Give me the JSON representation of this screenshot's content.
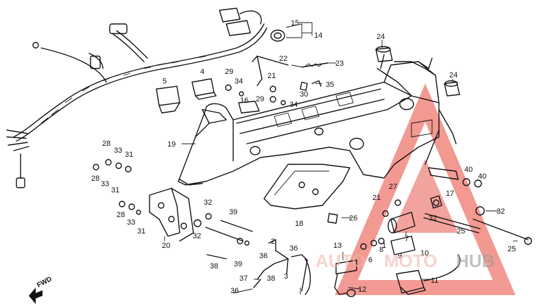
{
  "diagram": {
    "callouts": [
      {
        "id": "c14",
        "text": "14"
      },
      {
        "id": "c15",
        "text": "15"
      },
      {
        "id": "c22",
        "text": "22"
      },
      {
        "id": "c23",
        "text": "23"
      },
      {
        "id": "c24a",
        "text": "24"
      },
      {
        "id": "c24b",
        "text": "24"
      },
      {
        "id": "c4",
        "text": "4"
      },
      {
        "id": "c5",
        "text": "5"
      },
      {
        "id": "c29a",
        "text": "29"
      },
      {
        "id": "c34a",
        "text": "34"
      },
      {
        "id": "c21a",
        "text": "21"
      },
      {
        "id": "c30",
        "text": "30"
      },
      {
        "id": "c35",
        "text": "35"
      },
      {
        "id": "c29b",
        "text": "29"
      },
      {
        "id": "c34b",
        "text": "34"
      },
      {
        "id": "c16",
        "text": "16"
      },
      {
        "id": "c19",
        "text": "19"
      },
      {
        "id": "c28a",
        "text": "28"
      },
      {
        "id": "c33a",
        "text": "33"
      },
      {
        "id": "c31a",
        "text": "31"
      },
      {
        "id": "c28b",
        "text": "28"
      },
      {
        "id": "c33b",
        "text": "33"
      },
      {
        "id": "c31b",
        "text": "31"
      },
      {
        "id": "c28c",
        "text": "28"
      },
      {
        "id": "c33c",
        "text": "33"
      },
      {
        "id": "c31c",
        "text": "31"
      },
      {
        "id": "c20",
        "text": "20"
      },
      {
        "id": "c32a",
        "text": "32"
      },
      {
        "id": "c32b",
        "text": "32"
      },
      {
        "id": "c39a",
        "text": "39"
      },
      {
        "id": "c39b",
        "text": "39"
      },
      {
        "id": "c38a",
        "text": "38"
      },
      {
        "id": "c18",
        "text": "18"
      },
      {
        "id": "c26",
        "text": "26"
      },
      {
        "id": "c27a",
        "text": "27"
      },
      {
        "id": "c21b",
        "text": "21"
      },
      {
        "id": "c17",
        "text": "17"
      },
      {
        "id": "c40a",
        "text": "40"
      },
      {
        "id": "c40b",
        "text": "40"
      },
      {
        "id": "c32c",
        "text": "32"
      },
      {
        "id": "c32d",
        "text": "32"
      },
      {
        "id": "c25a",
        "text": "25"
      },
      {
        "id": "c25b",
        "text": "25"
      },
      {
        "id": "c7",
        "text": "7"
      },
      {
        "id": "c2",
        "text": "2"
      },
      {
        "id": "c36a",
        "text": "36"
      },
      {
        "id": "c36b",
        "text": "36"
      },
      {
        "id": "c36c",
        "text": "36"
      },
      {
        "id": "c37",
        "text": "37"
      },
      {
        "id": "c38b",
        "text": "38"
      },
      {
        "id": "c3",
        "text": "3"
      },
      {
        "id": "c13",
        "text": "13"
      },
      {
        "id": "c1",
        "text": "1"
      },
      {
        "id": "c6",
        "text": "6"
      },
      {
        "id": "c8",
        "text": "8"
      },
      {
        "id": "c9",
        "text": "9"
      },
      {
        "id": "c10",
        "text": "10"
      },
      {
        "id": "c11",
        "text": "11"
      },
      {
        "id": "c12",
        "text": "12"
      }
    ],
    "fwd_label": "FWD"
  },
  "watermark": {
    "text_red": "AUTO",
    "text_mid": "MOTO",
    "text_dark": "HUB",
    "color": "#e8473a"
  }
}
